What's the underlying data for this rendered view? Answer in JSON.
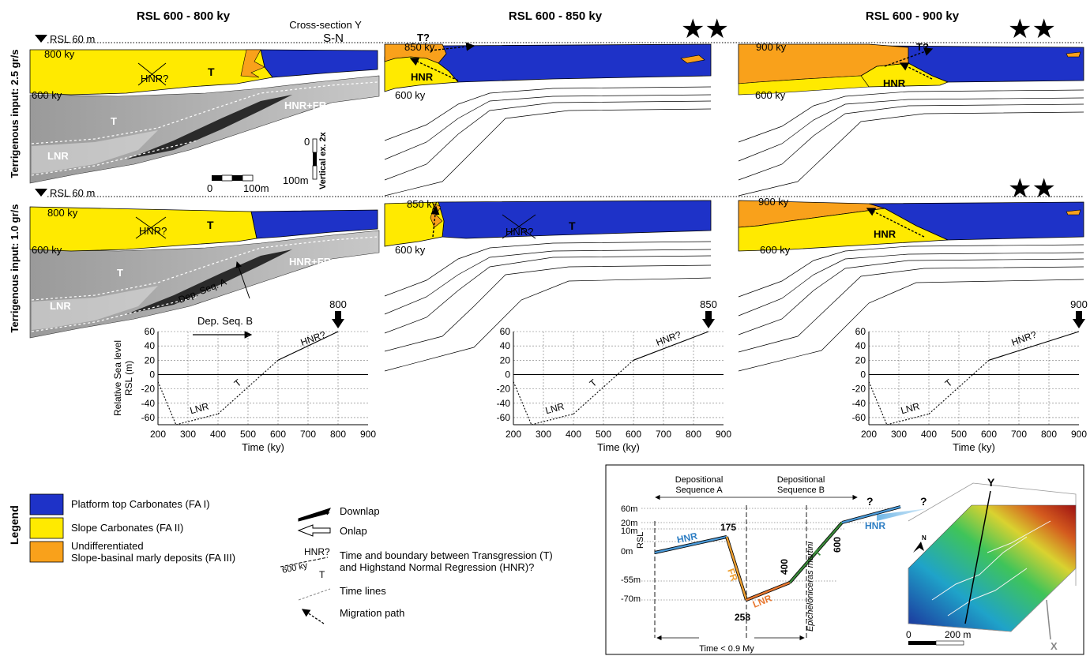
{
  "titles": [
    "RSL 600 - 800 ky",
    "RSL 600 - 850 ky",
    "RSL 600 - 900 ky"
  ],
  "cross_section_label": "Cross-section Y",
  "cross_section_dir": "S-N",
  "rsl_marker": "RSL 60 m",
  "row_labels": [
    "Terrigenous input: 2.5 gr/s",
    "Terrigenous input: 1.0 gr/s"
  ],
  "stars": "★★",
  "panel_labels": {
    "ky800": "800 ky",
    "ky850": "850 ky",
    "ky900": "900 ky",
    "ky600": "600 ky",
    "T": "T",
    "HNR": "HNR",
    "HNRq": "HNR?",
    "Tq": "T?",
    "HNR_FR": "HNR+FR",
    "LNR": "LNR",
    "dep_seq_a": "Dep. Seq. A",
    "dep_seq_b": "Dep. Seq. B"
  },
  "scale_bar": {
    "zero": "0",
    "end": "100m"
  },
  "vertical_scale": {
    "zero": "0",
    "end": "100m",
    "label": "Vertical ex. 2x"
  },
  "rsl_chart": {
    "ylabel": "Relative Sea level RSL (m)",
    "xlabel": "Time (ky)",
    "xticks": [
      "200",
      "300",
      "400",
      "500",
      "600",
      "700",
      "800",
      "900"
    ],
    "yticks": [
      "60",
      "40",
      "20",
      "0",
      "-20",
      "-40",
      "-60"
    ],
    "curve_labels": {
      "lnr": "LNR",
      "t": "T",
      "hnr": "HNR?"
    },
    "markers": [
      "800",
      "850",
      "900"
    ]
  },
  "chart_data": [
    {
      "type": "line",
      "title": "",
      "xlabel": "Time (ky)",
      "ylabel": "Relative Sea level RSL (m)",
      "xlim": [
        200,
        900
      ],
      "ylim": [
        -70,
        60
      ],
      "series": [
        {
          "x": [
            200,
            260,
            400,
            600,
            800
          ],
          "y": [
            -10,
            -70,
            -55,
            20,
            60
          ]
        }
      ],
      "marker_x": 800
    },
    {
      "type": "line",
      "title": "",
      "xlabel": "Time (ky)",
      "ylabel": "Relative Sea level RSL (m)",
      "xlim": [
        200,
        900
      ],
      "ylim": [
        -70,
        60
      ],
      "series": [
        {
          "x": [
            200,
            260,
            400,
            600,
            850
          ],
          "y": [
            -10,
            -70,
            -55,
            20,
            60
          ]
        }
      ],
      "marker_x": 850
    },
    {
      "type": "line",
      "title": "",
      "xlabel": "Time (ky)",
      "ylabel": "Relative Sea level RSL (m)",
      "xlim": [
        200,
        900
      ],
      "ylim": [
        -70,
        60
      ],
      "series": [
        {
          "x": [
            200,
            260,
            400,
            600,
            900
          ],
          "y": [
            -10,
            -70,
            -55,
            20,
            60
          ]
        }
      ],
      "marker_x": 900
    }
  ],
  "legend": {
    "title": "Legend",
    "items": [
      {
        "label": "Platform top Carbonates (FA I)",
        "color": "#1e32c8"
      },
      {
        "label": "Slope Carbonates (FA II)",
        "color": "#ffea00"
      },
      {
        "label": "Undifferentiated",
        "color": "#f9a11b"
      },
      {
        "label": "Slope-basinal marly deposits (FA III)",
        "color": ""
      }
    ],
    "symbols": {
      "downlap": "Downlap",
      "onlap": "Onlap",
      "hnr_q": "HNR?",
      "ky600": "600 ky",
      "t": "T",
      "boundary_1": "Time and boundary between Transgression (T)",
      "boundary_2": "and Highstand Normal Regression (HNR)?",
      "time_lines": "Time lines",
      "migration": "Migration path"
    }
  },
  "inset": {
    "seq_a": [
      "Depositional",
      "Sequence A"
    ],
    "seq_b": [
      "Depositional",
      "Sequence B"
    ],
    "rsl_label": "RSL",
    "levels": [
      "60m",
      "20m",
      "10m",
      "0m",
      "-55m",
      "-70m"
    ],
    "points": [
      "175",
      "258",
      "400",
      "600"
    ],
    "phases": {
      "hnr": "HNR",
      "fr": "FR",
      "lnr": "LNR",
      "t": "T"
    },
    "species": "Epicheloniceras martini",
    "time": "Time  < 0.9 My",
    "question": "?",
    "map_y": "Y",
    "map_x": "X",
    "map_n": "N",
    "map_scale_zero": "0",
    "map_scale_end": "200 m"
  }
}
